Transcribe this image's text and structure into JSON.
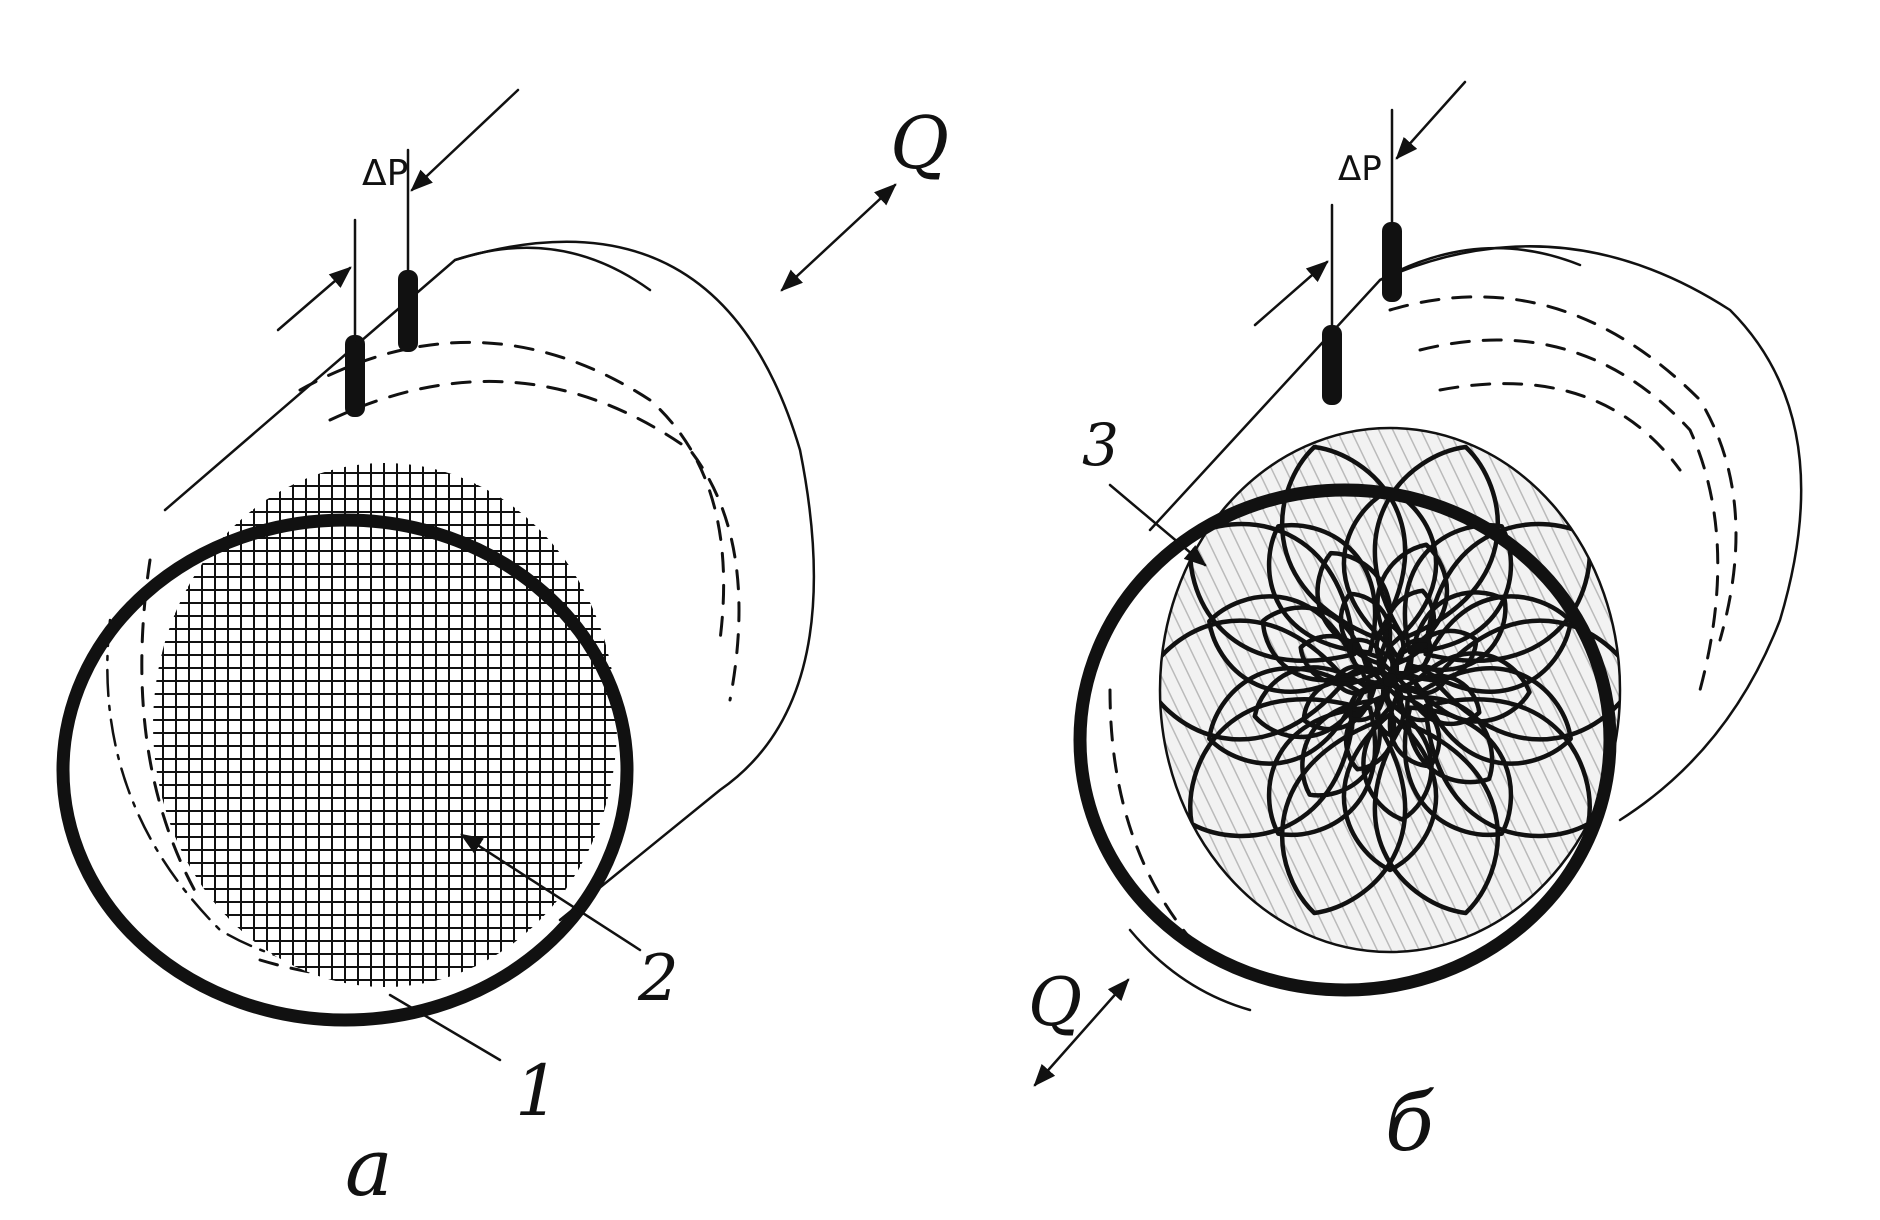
{
  "figure_a": {
    "caption": "а",
    "dp_label": "ΔP",
    "flow_label": "Q",
    "callout_1": "1",
    "callout_2": "2"
  },
  "figure_b": {
    "caption": "б",
    "dp_label": "ΔP",
    "flow_label": "Q",
    "callout_3": "3"
  }
}
